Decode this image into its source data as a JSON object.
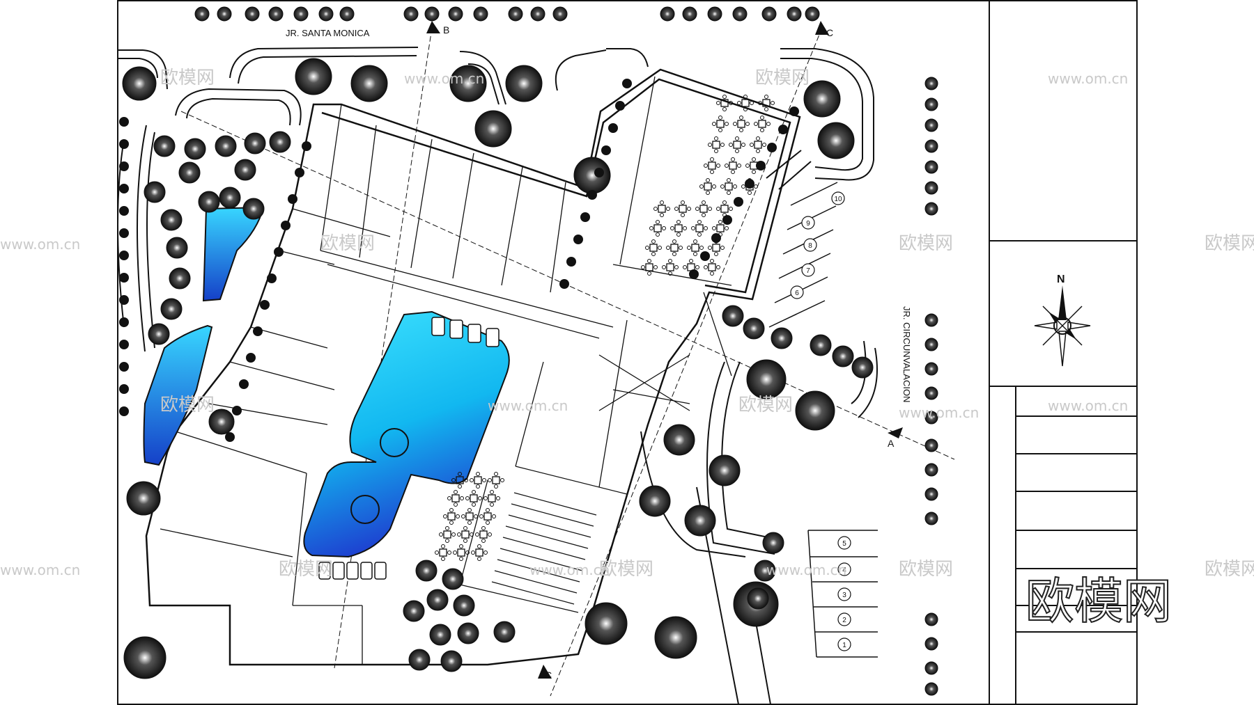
{
  "streets": {
    "north": "JR. SANTA MONICA",
    "east": "JR. CIRCUNVALACION"
  },
  "section_markers": {
    "a": "A",
    "b": "B",
    "c": "C"
  },
  "compass": {
    "north_label": "N"
  },
  "parking_numbers": {
    "east_bays": [
      "10",
      "9",
      "8",
      "7",
      "6"
    ],
    "south_bays": [
      "5",
      "4",
      "3",
      "2",
      "1"
    ]
  },
  "watermarks": {
    "small_text": "欧模网",
    "url_text": "www.om.cn",
    "large_text": "欧模网"
  },
  "colors": {
    "line": "#111111",
    "pool_light": "#3fe3ff",
    "pool_dark": "#1e3ccf",
    "pond_light": "#38d6ff",
    "pond_dark": "#1540c8",
    "tree": "#1a1a1a",
    "watermark": "#c9c9c9"
  }
}
